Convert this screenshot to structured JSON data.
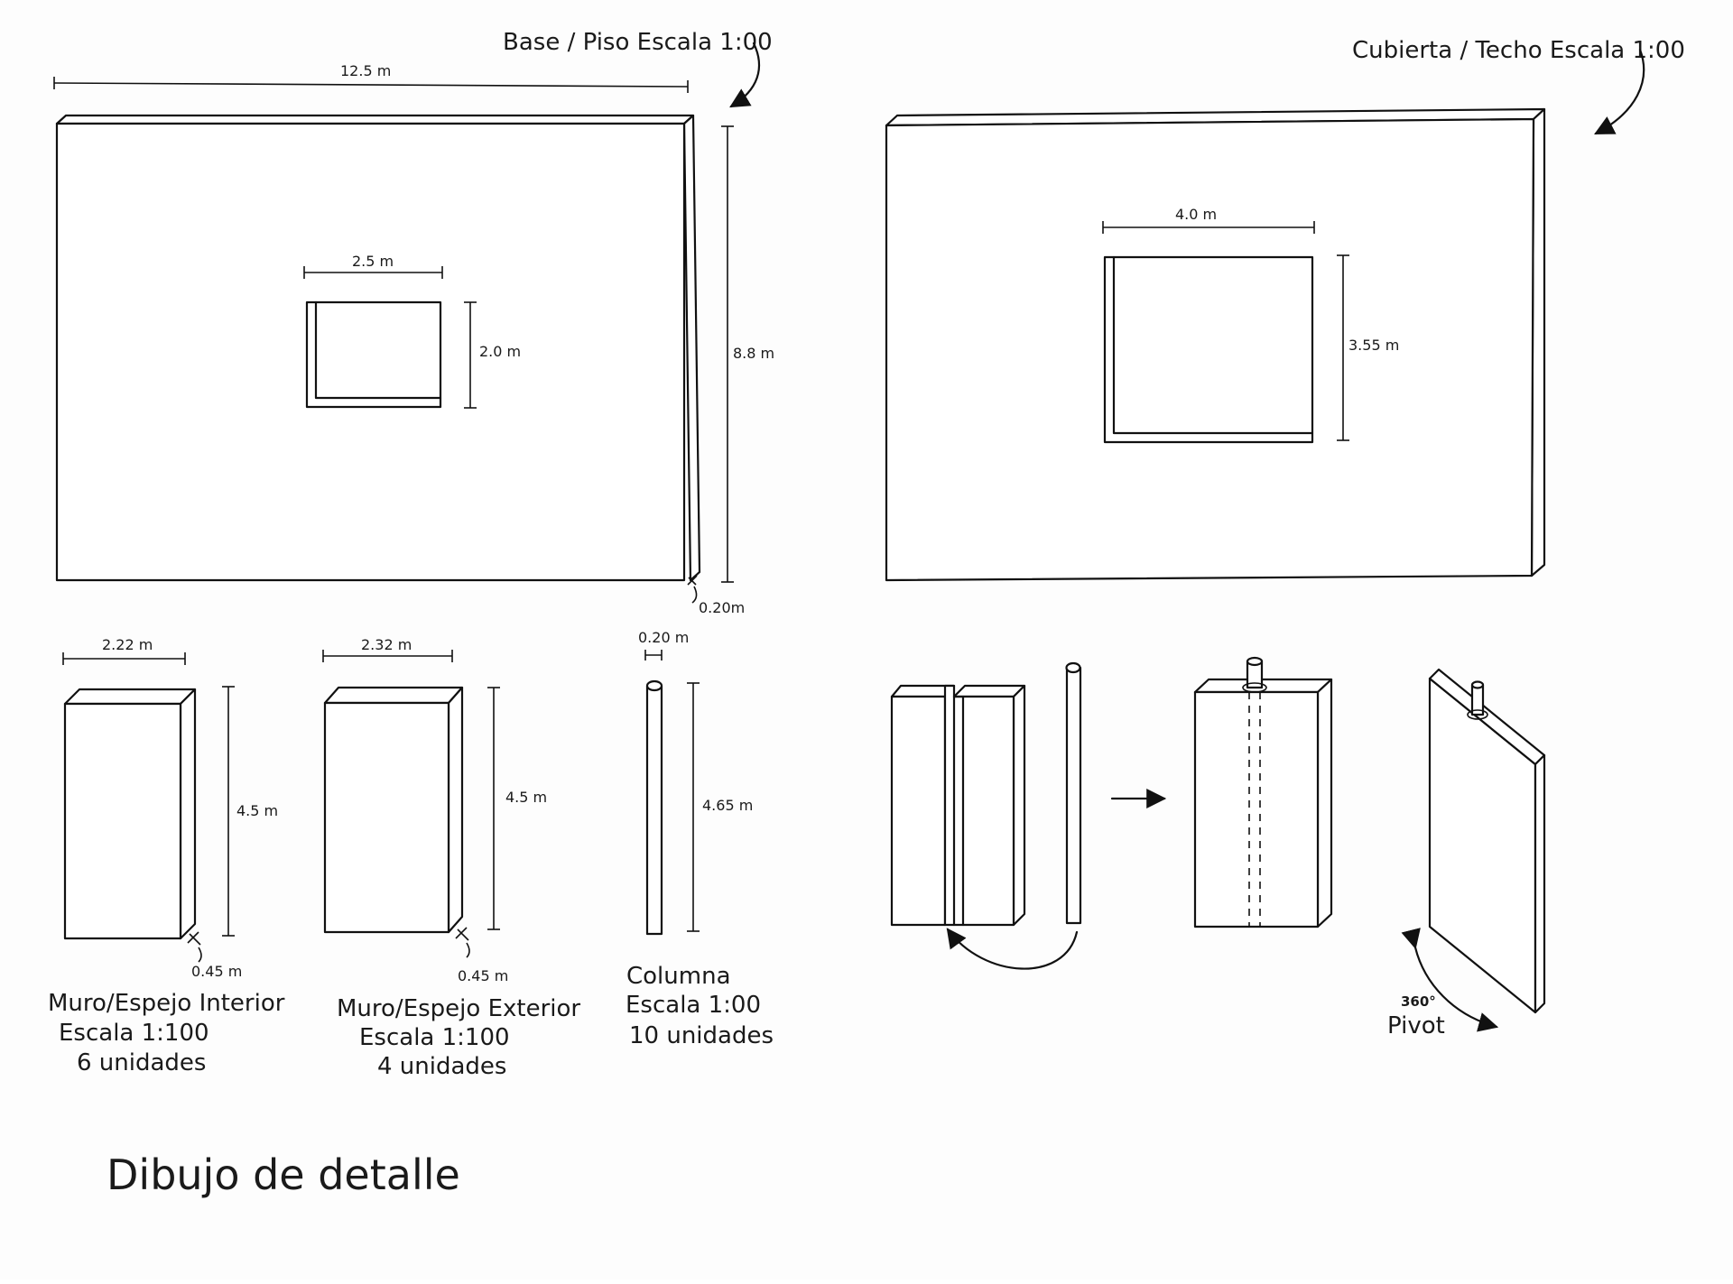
{
  "base": {
    "title": "Base / Piso   Escala 1:00",
    "width": "12.5 m",
    "height": "8.8 m",
    "thickness": "0.20m",
    "opening_width": "2.5 m",
    "opening_height": "2.0 m"
  },
  "roof": {
    "title": "Cubierta / Techo   Escala 1:00",
    "opening_width": "4.0 m",
    "opening_height": "3.55 m"
  },
  "interior_wall": {
    "width": "2.22 m",
    "height": "4.5 m",
    "thickness": "0.45 m",
    "name": "Muro/Espejo Interior",
    "scale": "Escala  1:100",
    "units": "6  unidades"
  },
  "exterior_wall": {
    "width": "2.32 m",
    "height": "4.5 m",
    "thickness": "0.45 m",
    "name": "Muro/Espejo Exterior",
    "scale": "Escala  1:100",
    "units": "4  unidades"
  },
  "column": {
    "diameter": "0.20 m",
    "height": "4.65 m",
    "name": "Columna",
    "scale": "Escala  1:00",
    "units": "10  unidades"
  },
  "pivot": {
    "angle": "360°",
    "label": "Pivot"
  },
  "footer": {
    "title": "Dibujo de detalle"
  }
}
